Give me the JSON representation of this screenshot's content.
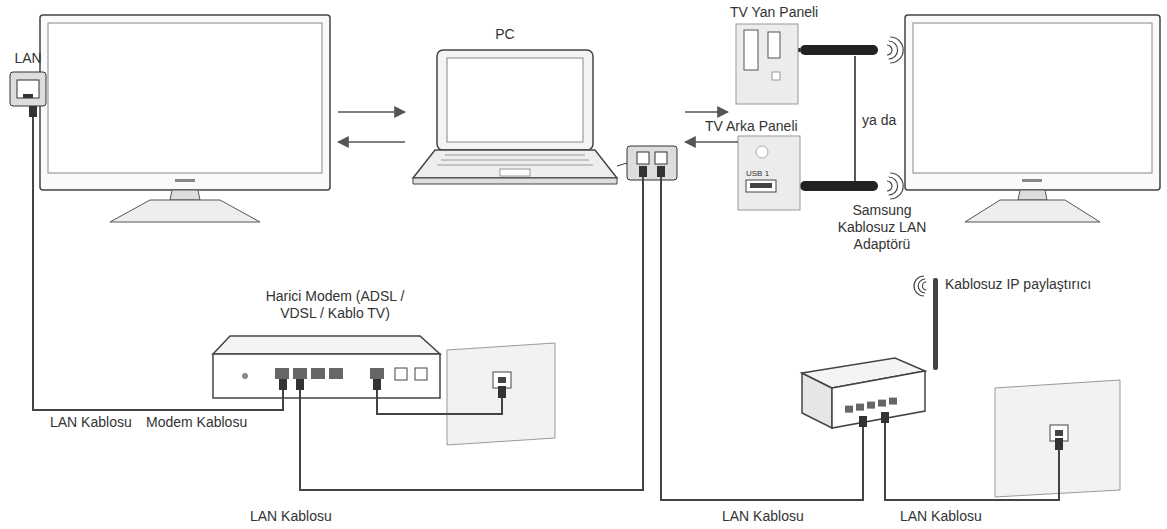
{
  "diagram": {
    "nodes": [
      {
        "text": [
          "LAN"
        ]
      },
      {
        "text": [
          "PC"
        ]
      },
      {
        "text": [
          "TV Yan Paneli"
        ]
      },
      {
        "text": [
          "TV Arka Paneli"
        ]
      },
      {
        "text": [
          "Samsung Kablosuz LAN Adaptörü"
        ]
      },
      {
        "text": [
          "Harici Modem (ADSL / VDSL / Kablo TV)"
        ]
      },
      {
        "text": [
          "Kablosuz IP paylaştırıcı"
        ]
      }
    ],
    "edges": [
      {
        "from": 0,
        "to": 1,
        "arrow": "to"
      },
      {
        "from": 1,
        "to": 0,
        "arrow": "to"
      },
      {
        "from": 1,
        "to": 2,
        "arrow": "to"
      },
      {
        "from": 3,
        "to": 1,
        "arrow": "to"
      },
      {
        "from": 0,
        "to": 5,
        "arrow": "none",
        "label": "LAN Kablosu"
      },
      {
        "from": 5,
        "to": 1,
        "arrow": "none",
        "label": "LAN Kablosu"
      },
      {
        "from": 1,
        "to": 6,
        "arrow": "none",
        "label": "LAN Kablosu"
      }
    ],
    "labels": [
      "USB 1",
      "ya da",
      "Modem Kablosu",
      "LAN Kablosu"
    ]
  }
}
